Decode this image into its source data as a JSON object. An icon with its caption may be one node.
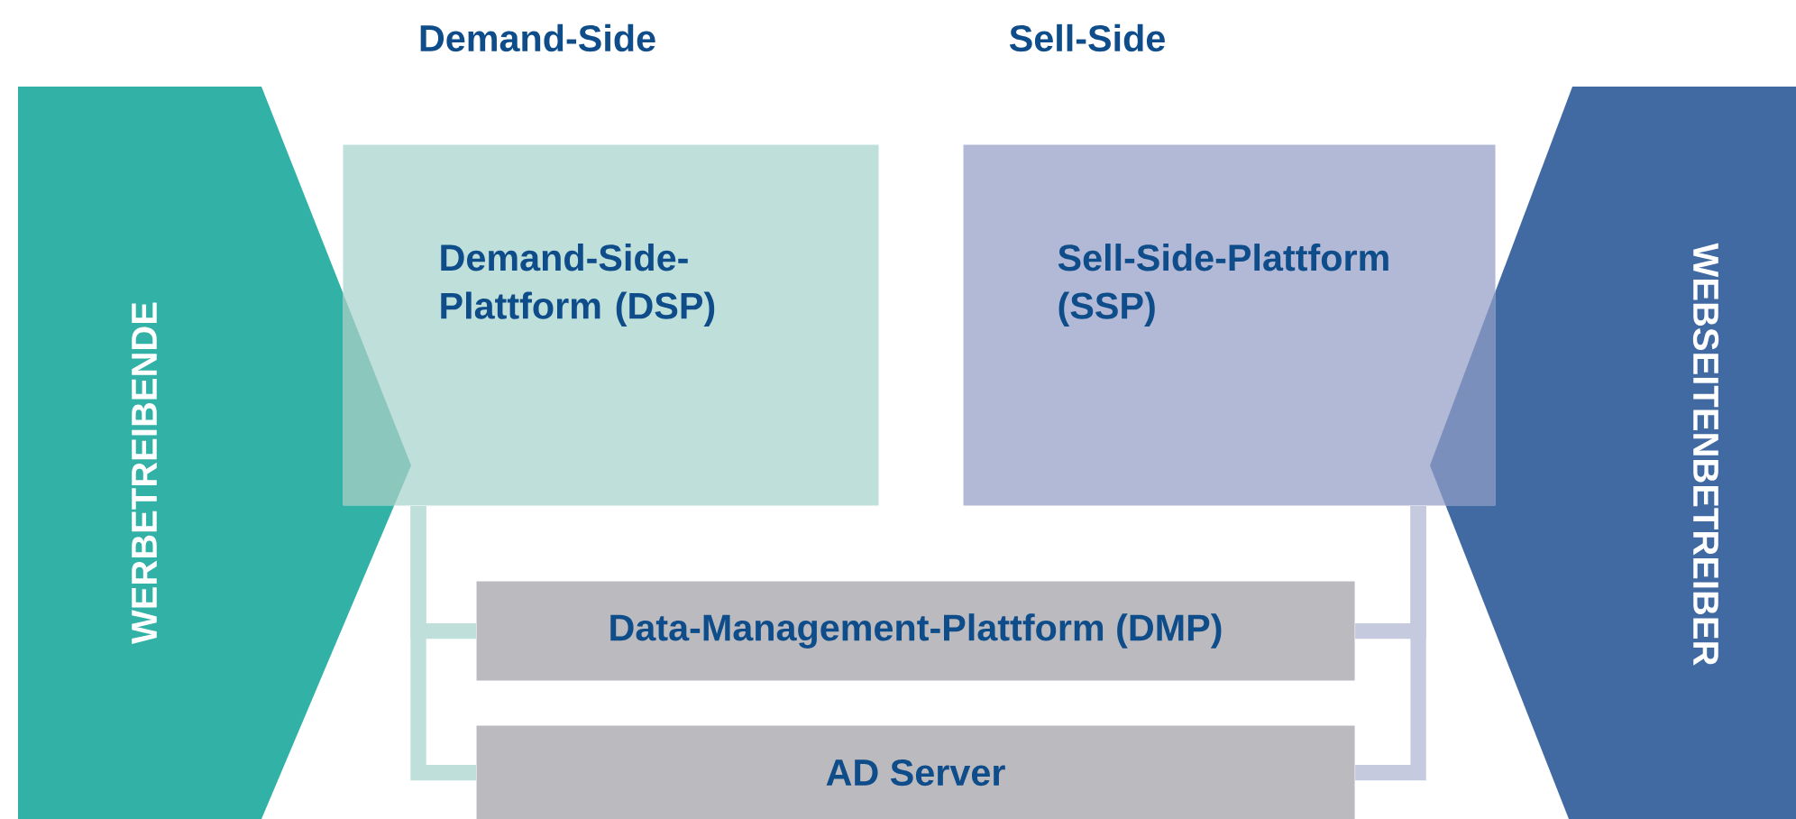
{
  "diagram": {
    "nodes": [
      {
        "text": [
          "WERBETREIBENDE"
        ]
      },
      {
        "text": [
          "WEBSEITENBETREIBER"
        ]
      },
      {
        "text": [
          "Demand-Side-Plattform (DSP)"
        ]
      },
      {
        "text": [
          "Sell-Side-Plattform (SSP)"
        ]
      },
      {
        "text": [
          "Data-Management-Plattform (DMP)"
        ]
      },
      {
        "text": [
          "AD Server"
        ]
      }
    ],
    "edges": [
      {
        "from": 2,
        "to": 4,
        "arrow": "none",
        "color": "#bfdfda"
      },
      {
        "from": 2,
        "to": 5,
        "arrow": "none",
        "color": "#bfdfda"
      },
      {
        "from": 3,
        "to": 4,
        "arrow": "none",
        "color": "#c5cade"
      },
      {
        "from": 3,
        "to": 5,
        "arrow": "none",
        "color": "#c5cade"
      }
    ],
    "labels": [
      "Demand-Side",
      "Sell-Side"
    ]
  }
}
